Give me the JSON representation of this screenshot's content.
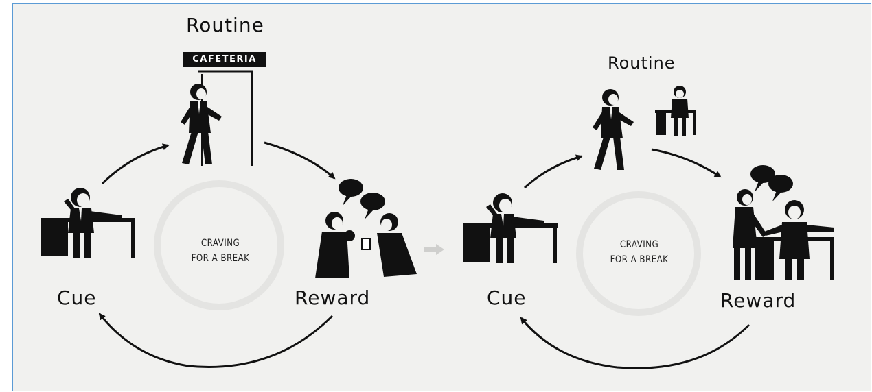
{
  "left_loop": {
    "routine": "Routine",
    "sign": "CAFETERIA",
    "cue": "Cue",
    "reward": "Reward",
    "craving_line1": "CRAVING",
    "craving_line2": "FOR A BREAK"
  },
  "right_loop": {
    "routine": "Routine",
    "cue": "Cue",
    "reward": "Reward",
    "craving_line1": "CRAVING",
    "craving_line2": "FOR A BREAK"
  },
  "colors": {
    "ink": "#111111",
    "paper": "#f1f1ef",
    "faint_ring": "#e4e4e2",
    "frame_border": "#5b9bd5"
  },
  "icons": [
    "person-at-desk-icon",
    "walking-person-icon",
    "door-icon",
    "speech-bubble-icon",
    "cookie-icon",
    "cup-icon",
    "right-arrow-icon"
  ]
}
